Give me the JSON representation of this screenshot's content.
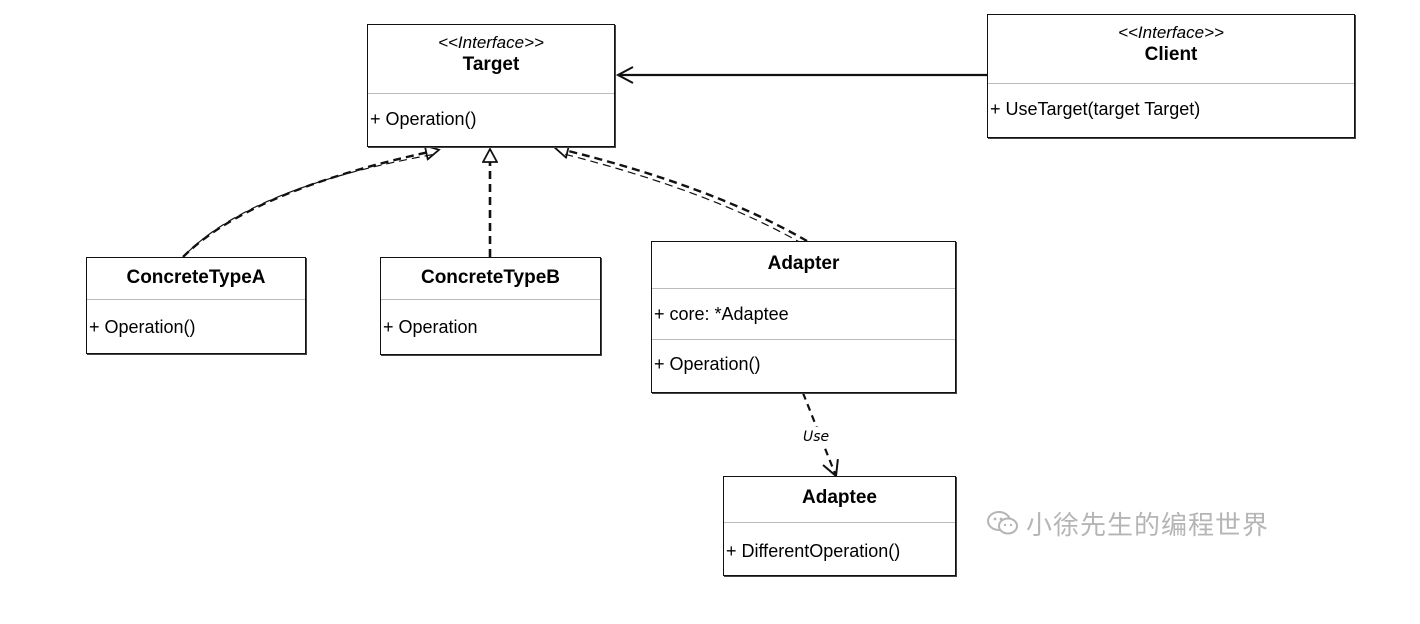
{
  "classes": {
    "target": {
      "stereotype": "<<Interface>>",
      "name": "Target",
      "members": [
        "+ Operation()"
      ]
    },
    "client": {
      "stereotype": "<<Interface>>",
      "name": "Client",
      "members": [
        "+ UseTarget(target Target)"
      ]
    },
    "concrete_a": {
      "name": "ConcreteTypeA",
      "members": [
        "+ Operation()"
      ]
    },
    "concrete_b": {
      "name": "ConcreteTypeB",
      "members": [
        "+ Operation"
      ]
    },
    "adapter": {
      "name": "Adapter",
      "fields": [
        "+ core: *Adaptee"
      ],
      "methods": [
        "+ Operation()"
      ]
    },
    "adaptee": {
      "name": "Adaptee",
      "members": [
        "+ DifferentOperation()"
      ]
    }
  },
  "relations": {
    "use_label": "Use"
  },
  "watermark": {
    "text": "小徐先生的编程世界",
    "icon": "wechat-icon"
  },
  "colors": {
    "line": "#111111",
    "watermark": "#b5b5b5",
    "divider": "#bbbbbb"
  }
}
